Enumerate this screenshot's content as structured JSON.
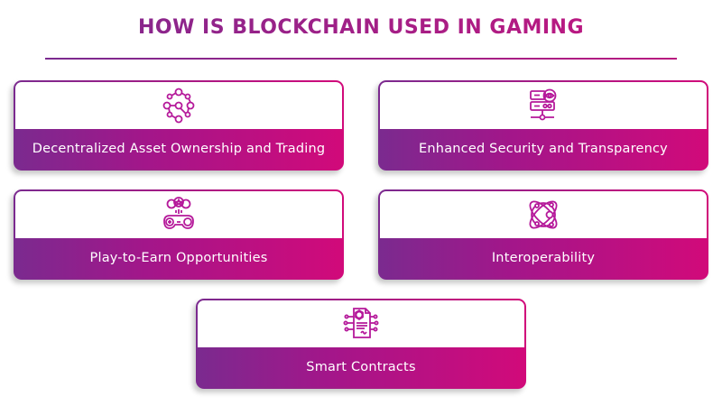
{
  "title": "HOW IS BLOCKCHAIN USED IN GAMING",
  "colors": {
    "purple": "#7b2a8f",
    "magenta": "#d10a7a",
    "icon": "#b5199a"
  },
  "cards": [
    {
      "label": "Decentralized Asset Ownership and Trading",
      "icon": "network-nodes-icon"
    },
    {
      "label": "Enhanced Security and Transparency",
      "icon": "server-eye-icon"
    },
    {
      "label": "Play-to-Earn Opportunities",
      "icon": "gamepad-coins-icon"
    },
    {
      "label": "Interoperability",
      "icon": "atom-orbit-icon"
    },
    {
      "label": "Smart Contracts",
      "icon": "contract-circuit-icon"
    }
  ]
}
